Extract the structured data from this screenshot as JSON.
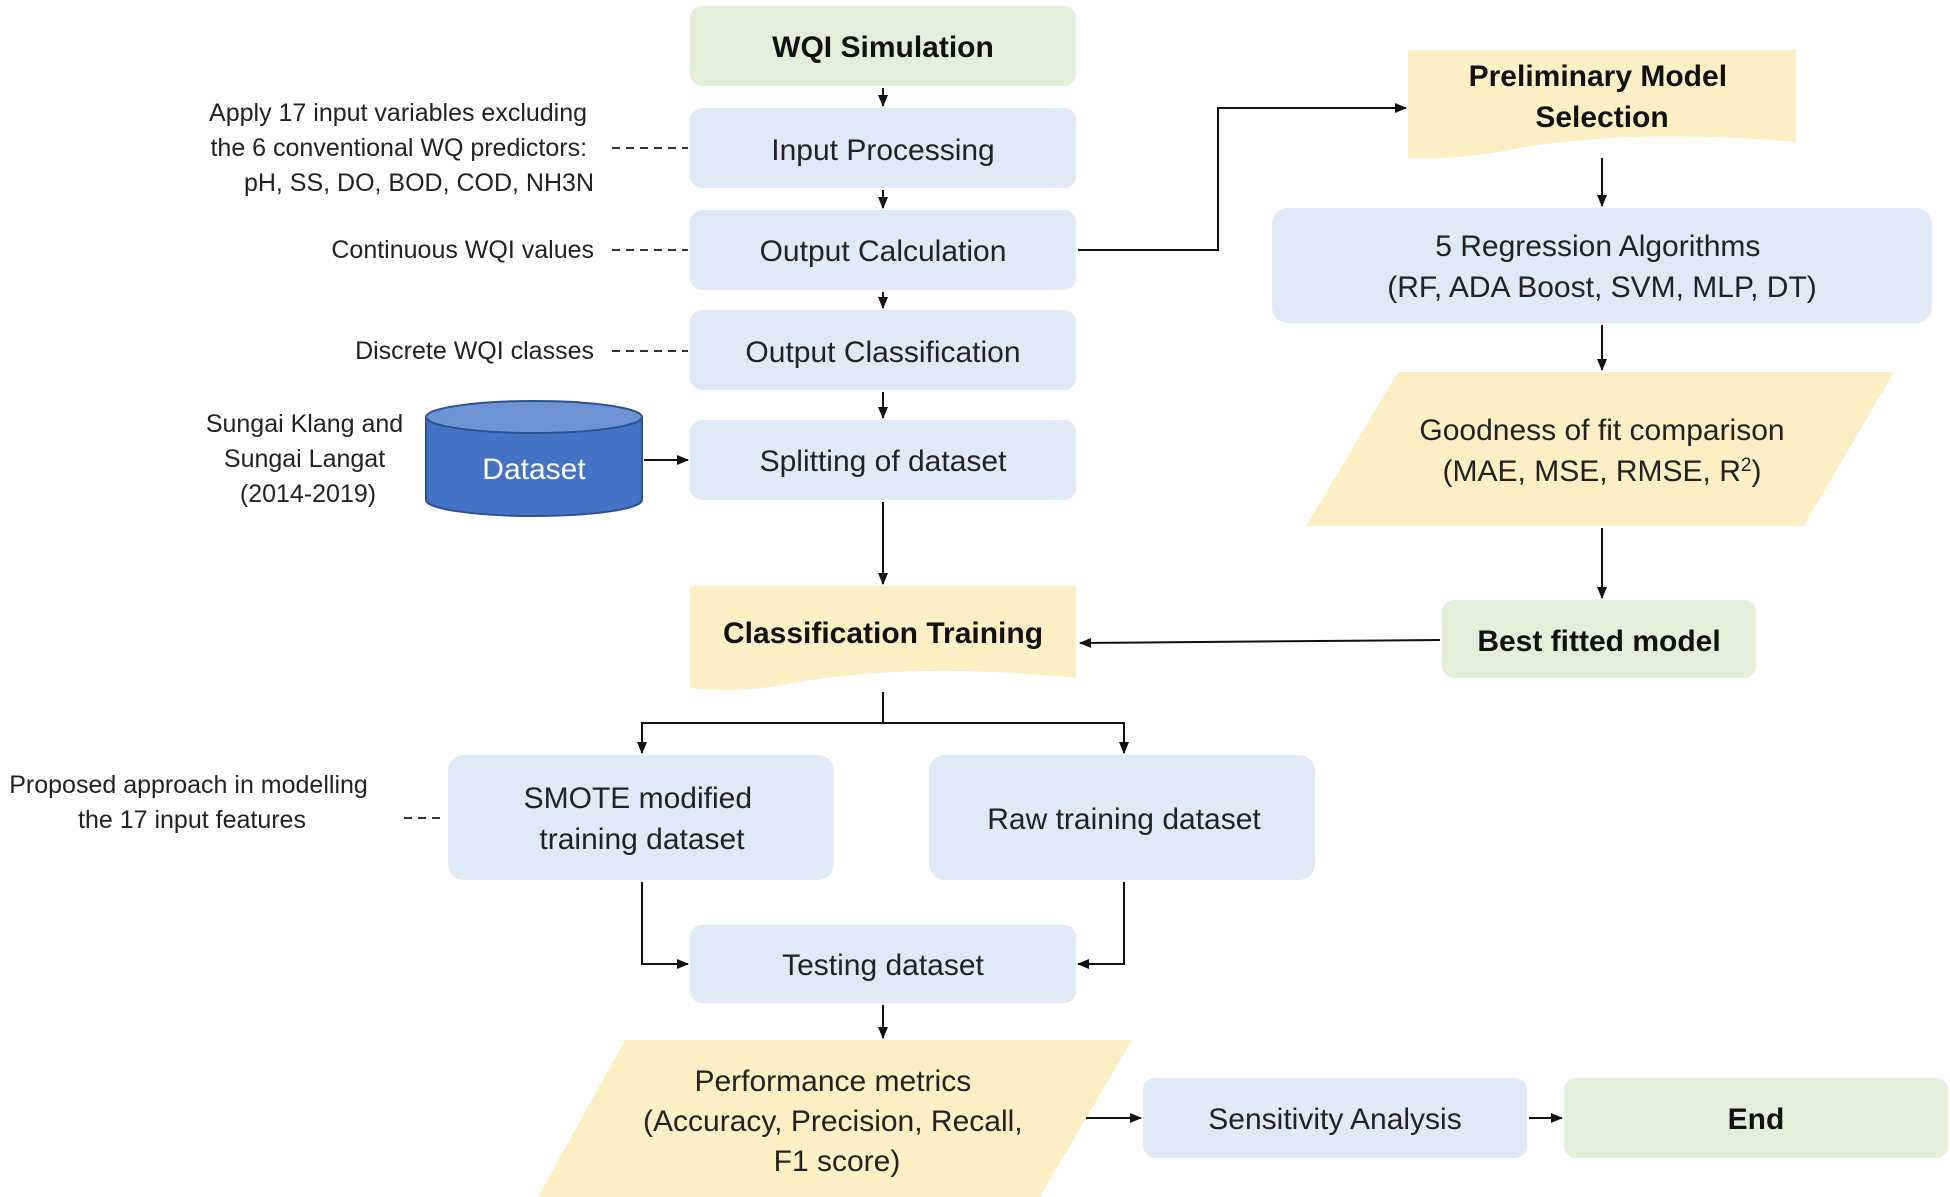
{
  "colors": {
    "blue_box": "#dfeaf7",
    "yellow_box": "#fcefc4",
    "green_box": "#e2f0d9",
    "dataset_fill": "#4472c4",
    "dataset_top": "#6c93d6",
    "line": "#111111"
  },
  "nodes": {
    "wqi_simulation": "WQI Simulation",
    "input_processing": "Input Processing",
    "output_calculation": "Output Calculation",
    "output_classification": "Output Classification",
    "splitting_dataset": "Splitting of dataset",
    "dataset": "Dataset",
    "classification_training": "Classification Training",
    "smote": [
      "SMOTE modified",
      "training dataset"
    ],
    "raw_training": "Raw training dataset",
    "testing_dataset": "Testing dataset",
    "performance_metrics": [
      "Performance metrics",
      "(Accuracy, Precision, Recall,",
      "F1 score)"
    ],
    "sensitivity_analysis": "Sensitivity Analysis",
    "end": "End",
    "preliminary_model": [
      "Preliminary Model",
      "Selection"
    ],
    "regression_algorithms": [
      "5 Regression Algorithms",
      "(RF, ADA Boost, SVM, MLP, DT)"
    ],
    "goodness_of_fit": [
      "Goodness of fit comparison",
      "(MAE, MSE, RMSE, R",
      "2",
      ")"
    ],
    "best_fitted_model": "Best fitted model"
  },
  "annotations": {
    "input_vars": [
      "Apply 17 input variables excluding",
      "the 6 conventional WQ predictors:",
      "pH, SS, DO, BOD, COD, NH3N"
    ],
    "continuous": "Continuous WQI values",
    "discrete": "Discrete WQI classes",
    "source": [
      "Sungai Klang and",
      "Sungai Langat",
      "(2014-2019)"
    ],
    "proposed": [
      "Proposed approach in modelling",
      "the 17 input features"
    ]
  }
}
